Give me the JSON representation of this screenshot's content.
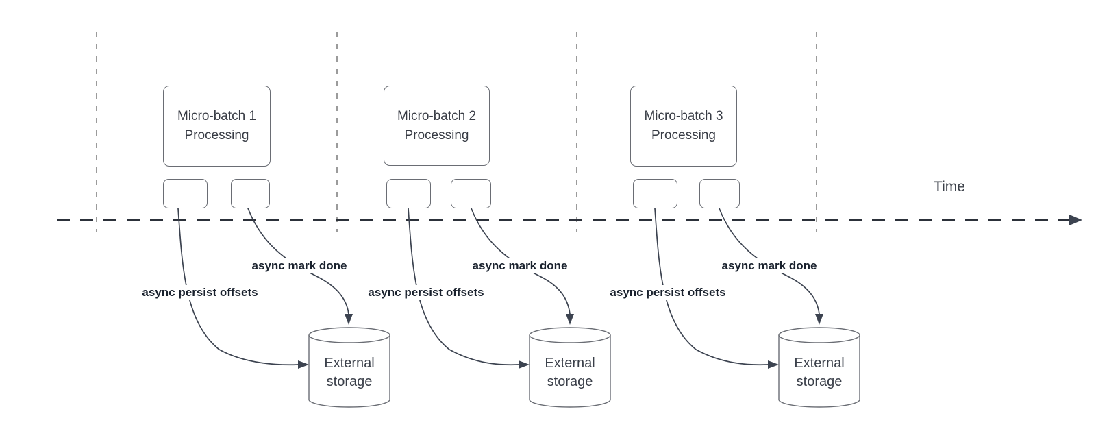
{
  "diagram": {
    "title_semantics": "micro-batch streaming timeline with async offset persistence",
    "time_label": "Time",
    "colors": {
      "curve": "#3c4350",
      "grid_dash": "#9b9b9b",
      "axis_dash": "#2c313a",
      "shape_border": "#6a6d74",
      "shape_text": "#383c45",
      "edge_label_text": "#1a222e",
      "background": "#ffffff"
    },
    "groups": [
      {
        "box_line1": "Micro-batch 1",
        "box_line2": "Processing",
        "persist_label": "async persist offsets",
        "done_label": "async mark done",
        "storage_line1": "External",
        "storage_line2": "storage"
      },
      {
        "box_line1": "Micro-batch 2",
        "box_line2": "Processing",
        "persist_label": "async persist offsets",
        "done_label": "async mark done",
        "storage_line1": "External",
        "storage_line2": "storage"
      },
      {
        "box_line1": "Micro-batch 3",
        "box_line2": "Processing",
        "persist_label": "async persist offsets",
        "done_label": "async mark done",
        "storage_line1": "External",
        "storage_line2": "storage"
      }
    ]
  }
}
